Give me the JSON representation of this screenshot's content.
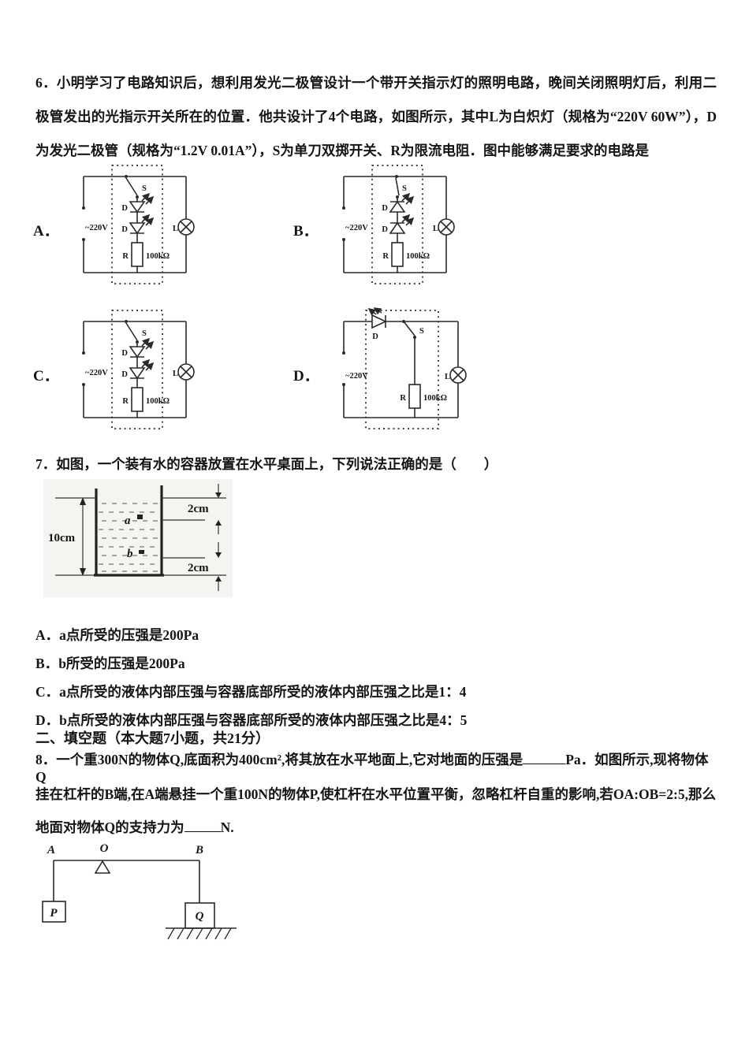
{
  "q6": {
    "text": "6．小明学习了电路知识后，想利用发光二极管设计一个带开关指示灯的照明电路，晚间关闭照明灯后，利用二极管发出的光指示开关所在的位置．他共设计了4个电路，如图所示，其中L为白炽灯（规格为“220V 60W”），D为发光二极管（规格为“1.2V 0.01A”），S为单刀双掷开关、R为限流电阻．图中能够满足要求的电路是",
    "circuits": [
      {
        "label": "A．",
        "source": "~220V",
        "switch": "S",
        "diode": "D",
        "resistor": "R",
        "resistance": "100kΩ",
        "lamp": "L"
      },
      {
        "label": "B．",
        "source": "~220V",
        "switch": "S",
        "diode": "D",
        "resistor": "R",
        "resistance": "100kΩ",
        "lamp": "L"
      },
      {
        "label": "C．",
        "source": "~220V",
        "switch": "S",
        "diode": "D",
        "resistor": "R",
        "resistance": "100kΩ",
        "lamp": "L"
      },
      {
        "label": "D．",
        "source": "~220V",
        "switch": "S",
        "diode": "D",
        "resistor": "R",
        "resistance": "100kΩ",
        "lamp": "L"
      }
    ]
  },
  "q7": {
    "text": "7．如图，一个装有水的容器放置在水平桌面上，下列说法正确的是（　　）",
    "figure": {
      "depth": "10cm",
      "d_top": "2cm",
      "d_bottom": "2cm",
      "point_a": "a",
      "point_b": "b"
    },
    "options": [
      {
        "label": "A．",
        "text": "a点所受的压强是200Pa"
      },
      {
        "label": "B．",
        "text": "b所受的压强是200Pa"
      },
      {
        "label": "C．",
        "text": "a点所受的液体内部压强与容器底部所受的液体内部压强之比是1：4"
      },
      {
        "label": "D．",
        "text": "b点所受的液体内部压强与容器底部所受的液体内部压强之比是4：5"
      }
    ]
  },
  "section2": {
    "title": "二、填空题（本大题7小题，共21分）"
  },
  "q8": {
    "line1_pre": "8．一个重300N的物体Q,底面积为400cm²,将其放在水平地面上,它对地面的压强是",
    "line1_post": "Pa．如图所示,现将物体Q",
    "line2": "挂在杠杆的B端,在A端悬挂一个重100N的物体P,使杠杆在水平位置平衡，忽略杠杆自重的影响,若OA:OB=2:5,那么",
    "line3_pre": "地面对物体Q的支持力为",
    "line3_post": "N.",
    "figure": {
      "end_a": "A",
      "fulcrum_o": "O",
      "end_b": "B",
      "box_p": "P",
      "box_q": "Q"
    }
  }
}
